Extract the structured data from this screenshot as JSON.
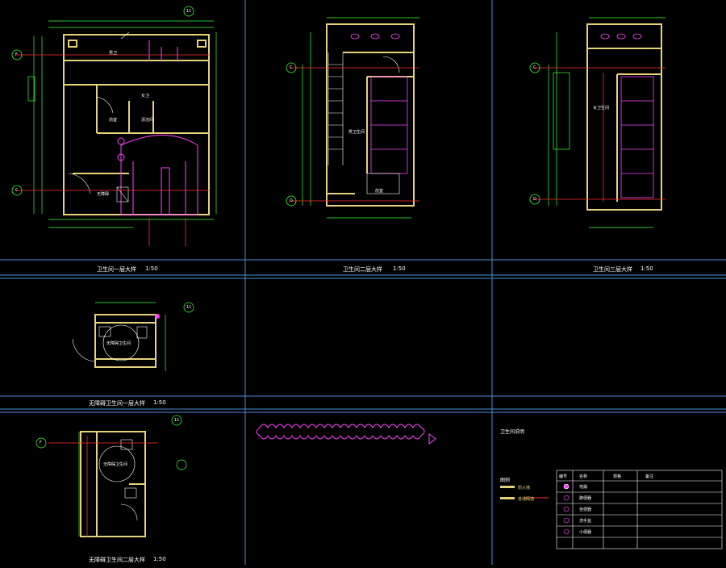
{
  "sheet": {
    "grid_color": "#4a8fd8",
    "wall_color": "#e6d27a",
    "dim_color": "#39ff39",
    "fixture_color": "#ff40ff",
    "axis_color": "#ff3030",
    "text_color": "#ffffff"
  },
  "panels": [
    {
      "id": "p1",
      "title": "卫生间一层大样",
      "scale": "1:50"
    },
    {
      "id": "p2",
      "title": "卫生间二层大样",
      "scale": "1:50"
    },
    {
      "id": "p3",
      "title": "卫生间三层大样",
      "scale": "1:50"
    },
    {
      "id": "p4",
      "title": "无障碍卫生间一层大样",
      "scale": "1:50"
    },
    {
      "id": "p5",
      "title": "无障碍卫生间二层大样",
      "scale": "1:50"
    }
  ],
  "axis_labels": {
    "p1": [
      "F",
      "C",
      "11"
    ],
    "p2": [
      "C",
      "D"
    ],
    "p3": [
      "C",
      "D"
    ],
    "p4": [
      "11"
    ],
    "p5": [
      "F",
      "11"
    ]
  },
  "room_labels": {
    "p1": [
      "男卫",
      "女卫",
      "前室",
      "清洁间",
      "无障碍"
    ],
    "p2": [
      "男卫生间",
      "前室"
    ],
    "p3": [
      "女卫生间"
    ],
    "p4": [
      "无障碍卫生间"
    ],
    "p5": [
      "无障碍卫生间"
    ]
  },
  "legend": {
    "title": "图例",
    "items": [
      "防火墙",
      "普通隔墙"
    ],
    "table_headers": [
      "编号",
      "名称",
      "规格",
      "备注"
    ],
    "rows": [
      "地漏",
      "蹲便器",
      "坐便器",
      "洗手盆",
      "小便器"
    ]
  },
  "notes_title": "卫生间说明"
}
